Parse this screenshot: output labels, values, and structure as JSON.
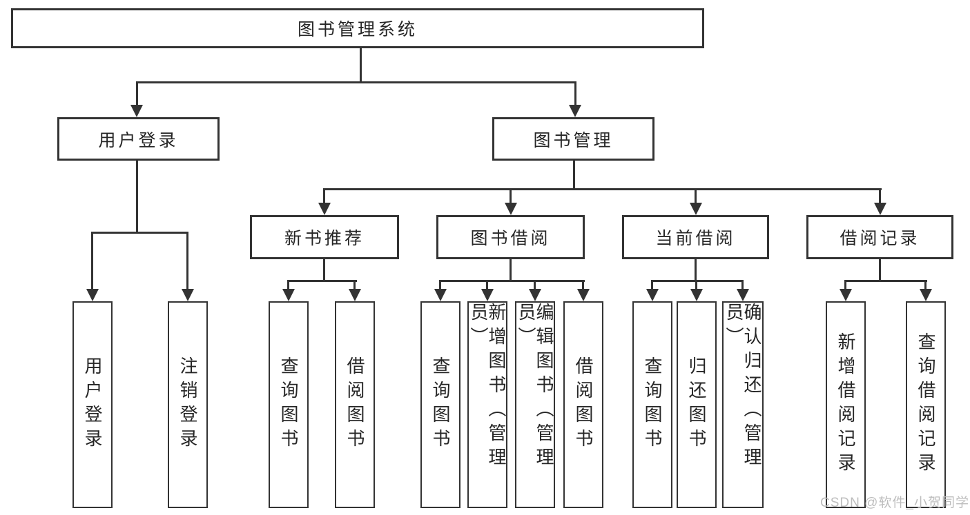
{
  "diagram": {
    "title": "图书管理系统",
    "root": {
      "label": "图书管理系统"
    },
    "level2": [
      {
        "id": "user-login",
        "label": "用户登录"
      },
      {
        "id": "book-management",
        "label": "图书管理"
      }
    ],
    "level3": [
      {
        "id": "new-book-recommend",
        "label": "新书推荐",
        "parent": "图书管理"
      },
      {
        "id": "book-borrowing",
        "label": "图书借阅",
        "parent": "图书管理"
      },
      {
        "id": "current-borrowing",
        "label": "当前借阅",
        "parent": "图书管理"
      },
      {
        "id": "borrowing-records",
        "label": "借阅记录",
        "parent": "图书管理"
      }
    ],
    "leaves": [
      {
        "id": "user-login-leaf",
        "label": "用户登录",
        "parent": "用户登录"
      },
      {
        "id": "logout-leaf",
        "label": "注销登录",
        "parent": "用户登录"
      },
      {
        "id": "query-book-recommend",
        "label": "查询图书",
        "parent": "新书推荐"
      },
      {
        "id": "borrow-book-recommend",
        "label": "借阅图书",
        "parent": "新书推荐"
      },
      {
        "id": "query-book-borrowing",
        "label": "查询图书",
        "parent": "图书借阅"
      },
      {
        "id": "add-book-admin",
        "label": "新增图书（管理员）",
        "parent": "图书借阅"
      },
      {
        "id": "edit-book-admin",
        "label": "编辑图书（管理员）",
        "parent": "图书借阅"
      },
      {
        "id": "borrow-book-borrowing",
        "label": "借阅图书",
        "parent": "图书借阅"
      },
      {
        "id": "query-book-current",
        "label": "查询图书",
        "parent": "当前借阅"
      },
      {
        "id": "return-book",
        "label": "归还图书",
        "parent": "当前借阅"
      },
      {
        "id": "confirm-return-admin",
        "label": "确认归还（管理员）",
        "parent": "当前借阅"
      },
      {
        "id": "add-borrow-record",
        "label": "新增借阅记录",
        "parent": "借阅记录"
      },
      {
        "id": "query-borrow-record",
        "label": "查询借阅记录",
        "parent": "借阅记录"
      }
    ]
  },
  "watermark": {
    "text": "CSDN @软件_小贺同学",
    "color": "#bdbdbd"
  },
  "colors": {
    "line": "#333333",
    "text": "#262626",
    "background": "#ffffff"
  }
}
